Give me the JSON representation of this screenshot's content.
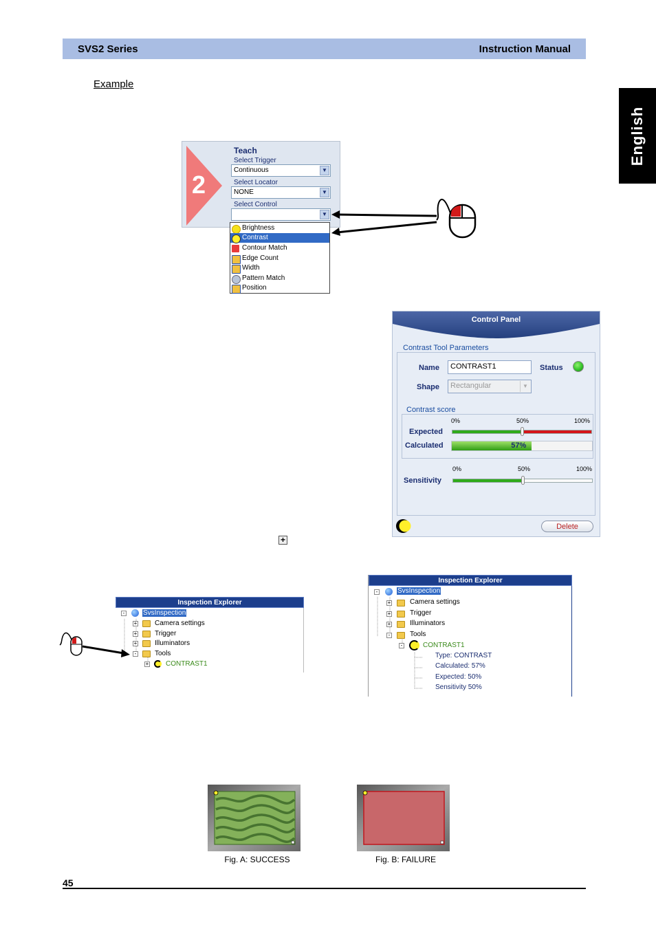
{
  "header": {
    "series": "SVS2 Series",
    "manual": "Instruction Manual"
  },
  "language_tab": "English",
  "section_title": "Example",
  "teach_panel": {
    "step": "2",
    "title": "Teach",
    "select_trigger_label": "Select Trigger",
    "trigger_value": "Continuous",
    "select_locator_label": "Select Locator",
    "locator_value": "NONE",
    "select_control_label": "Select Control",
    "control_value": "",
    "options": [
      "Brightness",
      "Contrast",
      "Contour Match",
      "Edge Count",
      "Width",
      "Pattern Match",
      "Position"
    ],
    "selected_option": "Contrast"
  },
  "control_panel": {
    "title": "Control Panel",
    "group_title": "Contrast Tool Parameters",
    "name_label": "Name",
    "name_value": "CONTRAST1",
    "status_label": "Status",
    "shape_label": "Shape",
    "shape_value": "Rectangular",
    "score_group": "Contrast score",
    "scale": [
      "0%",
      "50%",
      "100%"
    ],
    "expected_label": "Expected",
    "expected_value": 50,
    "calculated_label": "Calculated",
    "calculated_value": 57,
    "calculated_text": "57%",
    "sensitivity_label": "Sensitivity",
    "sensitivity_value": 50,
    "delete_label": "Delete",
    "colors": {
      "success": "#2faa1a",
      "expected_over": "#d4141a",
      "status": "#35c52a"
    }
  },
  "explorer_small": {
    "title": "Inspection Explorer",
    "root": "SvsInspection",
    "items": [
      "Camera settings",
      "Trigger",
      "Illuminators",
      "Tools"
    ],
    "tool": "CONTRAST1"
  },
  "explorer_large": {
    "title": "Inspection Explorer",
    "root": "SvsInspection",
    "items": [
      "Camera settings",
      "Trigger",
      "Illuminators",
      "Tools"
    ],
    "tool": "CONTRAST1",
    "details": [
      "Type: CONTRAST",
      "Calculated: 57%",
      "Expected: 50%",
      "Sensitivity 50%"
    ]
  },
  "figures": {
    "a_caption": "Fig. A: SUCCESS",
    "b_caption": "Fig. B: FAILURE",
    "a_color": "#84b15a",
    "b_color": "#c8676a"
  },
  "page_number": "45"
}
